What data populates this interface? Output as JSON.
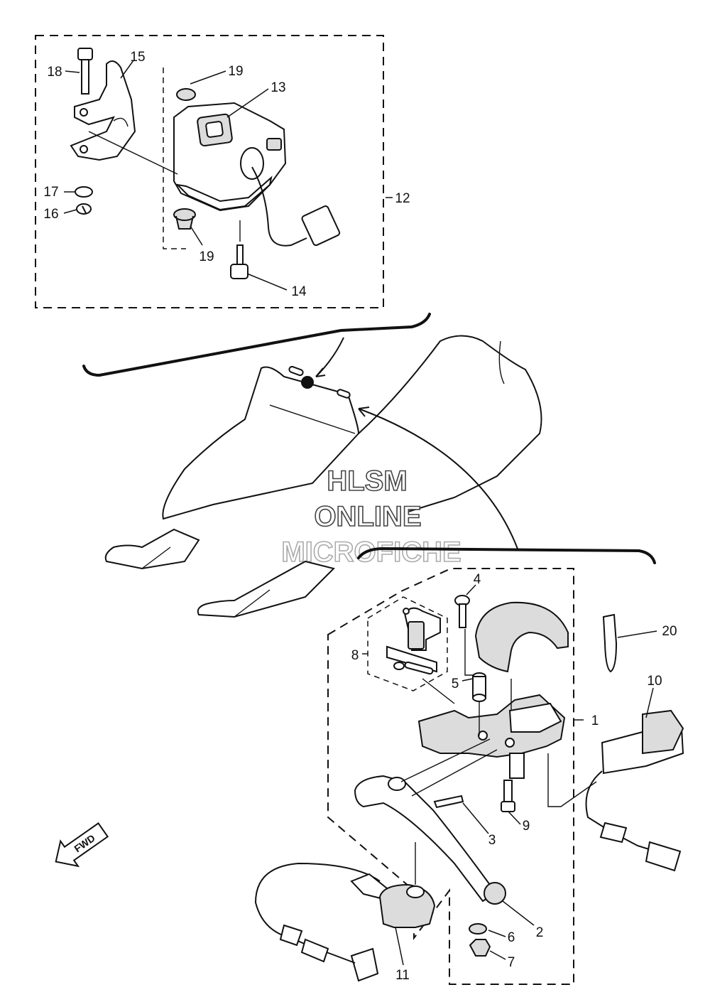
{
  "callouts": [
    {
      "id": "c1",
      "text": "1"
    },
    {
      "id": "c2",
      "text": "2"
    },
    {
      "id": "c3",
      "text": "3"
    },
    {
      "id": "c4",
      "text": "4"
    },
    {
      "id": "c5",
      "text": "5"
    },
    {
      "id": "c6",
      "text": "6"
    },
    {
      "id": "c7",
      "text": "7"
    },
    {
      "id": "c8",
      "text": "8"
    },
    {
      "id": "c9",
      "text": "9"
    },
    {
      "id": "c10",
      "text": "10"
    },
    {
      "id": "c11",
      "text": "11"
    },
    {
      "id": "c12",
      "text": "12"
    },
    {
      "id": "c13",
      "text": "13"
    },
    {
      "id": "c14",
      "text": "14"
    },
    {
      "id": "c15",
      "text": "15"
    },
    {
      "id": "c16",
      "text": "16"
    },
    {
      "id": "c17",
      "text": "17"
    },
    {
      "id": "c18",
      "text": "18"
    },
    {
      "id": "c19a",
      "text": "19"
    },
    {
      "id": "c19b",
      "text": "19"
    },
    {
      "id": "c20",
      "text": "20"
    }
  ],
  "watermark": {
    "line1": "HLSM",
    "line2": "ONLINE",
    "line3": "MICROFICHE"
  },
  "direction_arrow": {
    "label": "FWD"
  }
}
